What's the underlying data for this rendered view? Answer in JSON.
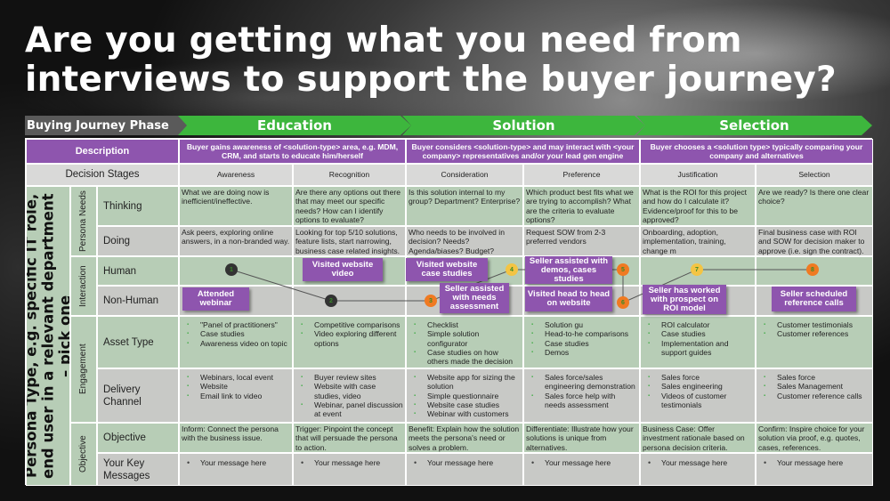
{
  "title": [
    "Are you getting what you need from",
    "interviews to support the buyer journey?"
  ],
  "phase_label": "Buying Journey Phase",
  "phases": [
    "Education",
    "Solution",
    "Selection"
  ],
  "description_label": "Description",
  "descriptions": [
    "Buyer gains awareness of <solution-type> area, e.g. MDM, CRM, and starts to educate him/herself",
    "Buyer considers <solution-type> and may interact with <your company> representatives and/or your lead gen engine",
    "Buyer chooses a <solution type> typically comparing your company and alternatives"
  ],
  "decision_label": "Decision Stages",
  "stages": [
    "Awareness",
    "Recognition",
    "Consideration",
    "Preference",
    "Justification",
    "Selection"
  ],
  "persona_label": "Persona Type, e.g. specific IT role, end user in a relevant department – pick one",
  "groups": [
    "Persona Needs",
    "Interaction",
    "Engagement",
    "Objective"
  ],
  "rows": {
    "thinking": {
      "label": "Thinking",
      "cells": [
        "What we are doing now is inefficient/ineffective.",
        "Are there any options out there that may meet our specific needs? How can I identify options to evaluate?",
        "Is this solution internal to my group? Department? Enterprise?",
        "Which product best fits what we are trying to accomplish? What are the criteria to evaluate options?",
        "What is the ROI for this project and how do I calculate it? Evidence/proof for this to be approved?",
        "Are we ready? Is there one clear choice?"
      ]
    },
    "doing": {
      "label": "Doing",
      "cells": [
        "Ask peers, exploring online answers, in a non-branded way.",
        "Looking for top 5/10 solutions, feature lists, start narrowing, business case related insights.",
        "Who needs to be involved in decision? Needs? Agenda/biases? Budget?",
        "Request SOW from 2-3 preferred vendors",
        "Onboarding, adoption, implementation, training, change m",
        "Final business case with ROI and SOW for decision maker to approve (i.e. sign the contract)."
      ]
    },
    "human": {
      "label": "Human"
    },
    "nonhuman": {
      "label": "Non-Human"
    },
    "asset": {
      "label": "Asset Type",
      "cells": [
        [
          "\"Panel of practitioners\"",
          "Case studies",
          "Awareness video on topic"
        ],
        [
          "Competitive comparisons",
          "Video exploring different options"
        ],
        [
          "Checklist",
          "Simple solution configurator",
          "Case studies on how others made the decision"
        ],
        [
          "Solution gu",
          "Head-to-he comparisons",
          "Case studies",
          "Demos"
        ],
        [
          "ROI calculator",
          "Case studies",
          "Implementation and support guides"
        ],
        [
          "Customer testimonials",
          "Customer references"
        ]
      ]
    },
    "delivery": {
      "label": "Delivery Channel",
      "cells": [
        [
          "Webinars, local event",
          "Website",
          "Email link to video"
        ],
        [
          "Buyer review sites",
          "Website with case studies, video",
          "Webinar, panel discussion at event"
        ],
        [
          "Website app for sizing the solution",
          "Simple questionnaire",
          "Website case studies",
          "Webinar with customers"
        ],
        [
          "Sales force/sales engineering demonstration",
          "Sales force help with needs assessment"
        ],
        [
          "Sales force",
          "Sales engineering",
          "Videos of customer testimonials"
        ],
        [
          "Sales force",
          "Sales Management",
          "Customer reference calls"
        ]
      ]
    },
    "objective": {
      "label": "Objective",
      "cells": [
        "Inform: Connect the persona with the business issue.",
        "Trigger: Pinpoint the concept that will persuade the persona to action.",
        "Benefit: Explain how the solution meets the persona's need or solves a problem.",
        "Differentiate: Illustrate how your solutions is unique from alternatives.",
        "Business Case: Offer investment rationale based on persona decision criteria.",
        "Confirm: Inspire choice for your solution via proof, e.g. quotes, cases, references."
      ]
    },
    "messages": {
      "label": "Your Key Messages",
      "cells": [
        "Your message here",
        "Your message here",
        "Your message here",
        "Your message here",
        "Your message here",
        "Your message here"
      ]
    }
  },
  "callouts": [
    "Attended webinar",
    "Visited website video",
    "Visited website case studies",
    "Seller assisted with needs assessment",
    "Seller assisted with demos, cases studies",
    "Seller has worked with prospect on ROI model",
    "Visited head to head on website",
    "Seller scheduled reference calls"
  ],
  "markers": [
    "1",
    "2",
    "3",
    "4",
    "5",
    "6",
    "7",
    "8"
  ],
  "colors": {
    "purple": "#8e55ae",
    "green": "#3db63d",
    "row_green": "#b7cdb6",
    "row_grey": "#c8c9c6",
    "dark": "#333333",
    "orange": "#f07a22",
    "yellow": "#f3c443"
  }
}
